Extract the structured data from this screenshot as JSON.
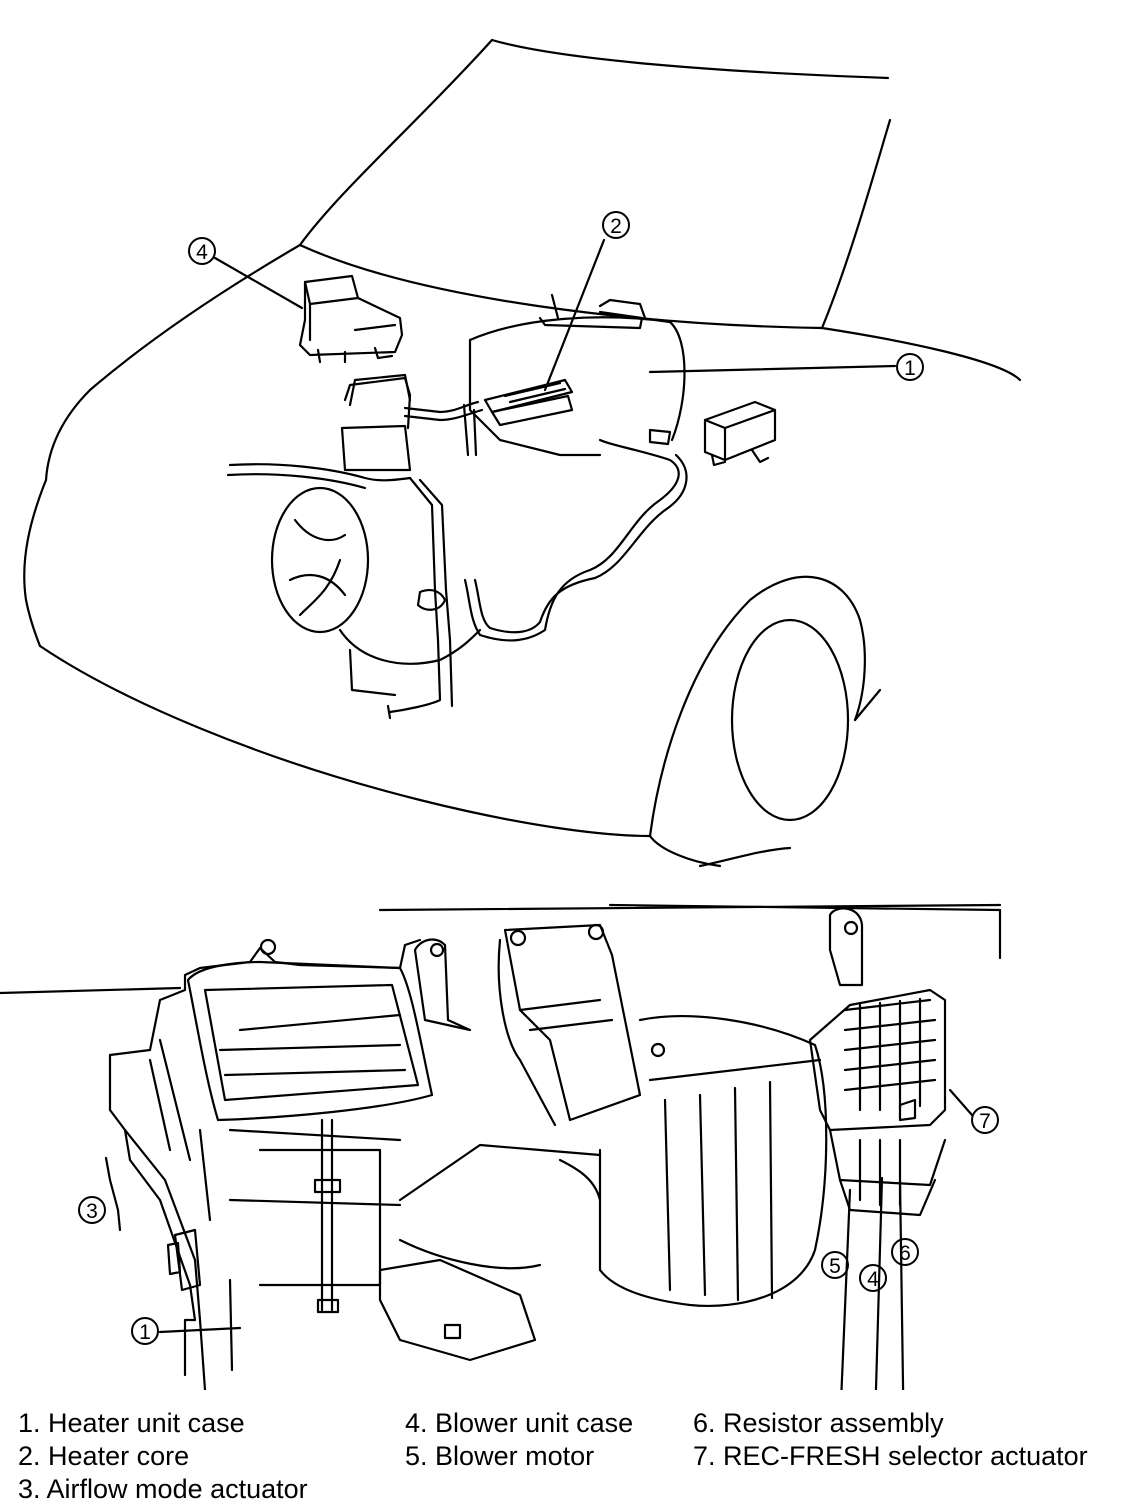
{
  "callouts": [
    "1",
    "2",
    "3",
    "4",
    "5",
    "6",
    "7"
  ],
  "legend": [
    {
      "num": "1.",
      "label": "Heater unit case"
    },
    {
      "num": "2.",
      "label": "Heater core"
    },
    {
      "num": "3.",
      "label": "Airflow mode actuator"
    },
    {
      "num": "4.",
      "label": "Blower unit case"
    },
    {
      "num": "5.",
      "label": "Blower motor"
    },
    {
      "num": "6.",
      "label": "Resistor assembly"
    },
    {
      "num": "7.",
      "label": "REC-FRESH selector actuator"
    }
  ]
}
